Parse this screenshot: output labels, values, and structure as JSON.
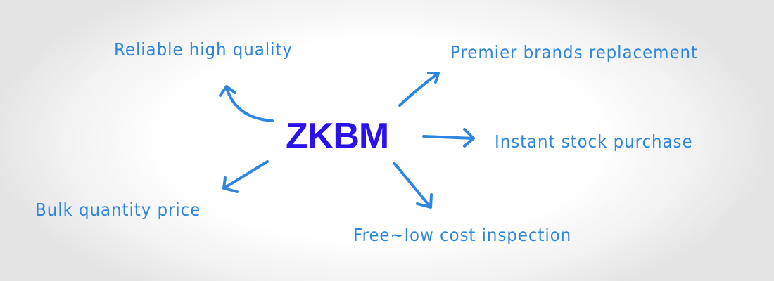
{
  "center": {
    "title": "ZKBM"
  },
  "labels": {
    "reliable": "Reliable high quality",
    "premier": "Premier brands replacement",
    "instant": "Instant stock purchase",
    "bulk": "Bulk quantity price",
    "inspection": "Free~low cost inspection"
  },
  "colors": {
    "center": "#2a12ee",
    "accent": "#2e86de"
  }
}
